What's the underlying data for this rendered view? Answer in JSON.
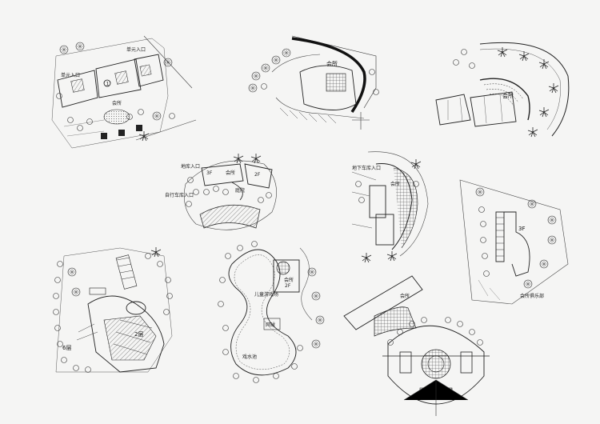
{
  "plans": {
    "p1": {
      "entry_a": "单元入口",
      "entry_b": "单元入口",
      "club": "会所",
      "code": "1"
    },
    "p2": {
      "club": "会所"
    },
    "p3": {
      "club": "会所"
    },
    "p4": {
      "entry_main": "地库入口",
      "club": "会所",
      "floor_a": "3F",
      "floor_b": "2F",
      "bike_entry": "自行车库入口",
      "yard": "庭院"
    },
    "p5": {
      "entry": "地下车库入口",
      "club": "会所"
    },
    "p6": {
      "floor": "3F",
      "label": "会所俱乐部"
    },
    "p7": {
      "floor_a": "6层",
      "floor_b": "2层"
    },
    "p8": {
      "club": "会所",
      "floor": "2F",
      "lawn": "儿童游戏场",
      "court": "网球",
      "water": "戏水池"
    },
    "p9": {
      "club": "会所"
    }
  }
}
